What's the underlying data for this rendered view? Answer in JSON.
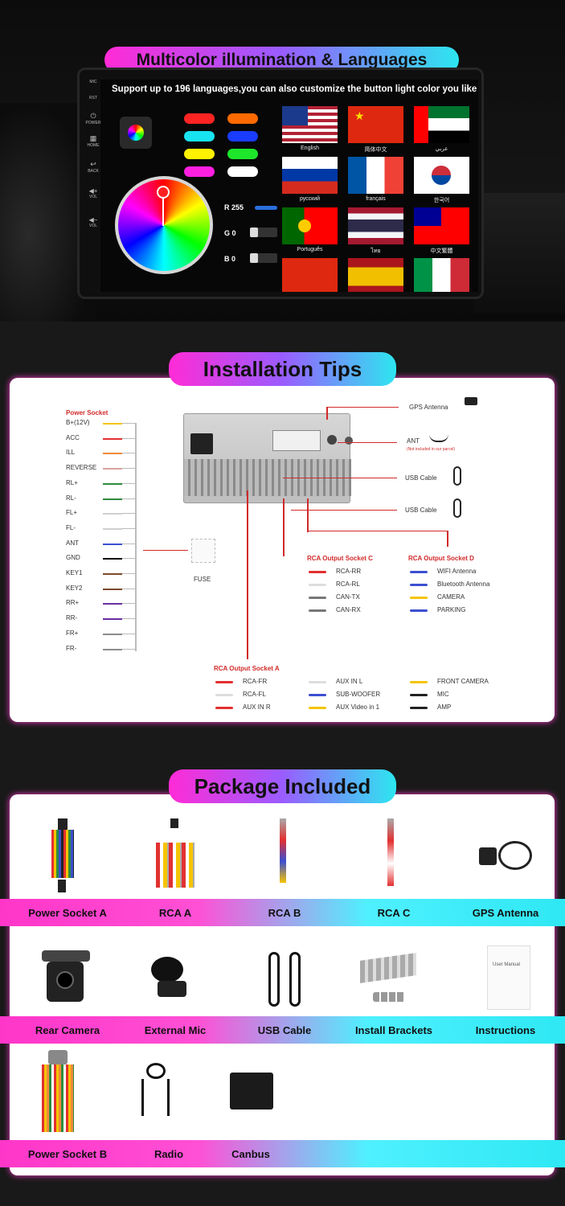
{
  "section1": {
    "title": "Multicolor illumination & Languages",
    "tagline": "Support up to 196 languages,you can also customize the button light color you like",
    "side_buttons": [
      "MIC",
      "RST",
      "POWER",
      "HOME",
      "BACK",
      "VOL",
      "VOL"
    ],
    "rgb": {
      "r_label": "R",
      "r_value": "255",
      "g_label": "G",
      "g_value": "0",
      "b_label": "B",
      "b_value": "0"
    },
    "swatch_colors": [
      "#ff2424",
      "#ff6a00",
      "#18e3f0",
      "#1a3cff",
      "#fff200",
      "#1ee62a",
      "#ff1fe0",
      "#ffffff"
    ],
    "languages": [
      "English",
      "简体中文",
      "عربي",
      "русский",
      "français",
      "한국어",
      "Português",
      "ไทย",
      "中文繁體"
    ]
  },
  "section2": {
    "title": "Installation Tips",
    "power_socket_title": "Power Socket",
    "power_pins": [
      "B+(12V)",
      "ACC",
      "ILL",
      "REVERSE",
      "RL+",
      "RL-",
      "FL+",
      "FL-",
      "ANT",
      "GND",
      "KEY1",
      "KEY2",
      "RR+",
      "RR-",
      "FR+",
      "FR-"
    ],
    "pin_colors": [
      "#f5c400",
      "#e23030",
      "#f08a3a",
      "#d9a09a",
      "#2e8b3e",
      "#2e8b3e",
      "#cfcfcf",
      "#cfcfcf",
      "#3b4fd1",
      "#111111",
      "#7a4a2a",
      "#7a4a2a",
      "#6a2fa0",
      "#6a2fa0",
      "#8c8c8c",
      "#8c8c8c"
    ],
    "fuse": "FUSE",
    "gps": "GPS Antenna",
    "ant": "ANT",
    "ant_note": "(Not included in our parcel)",
    "usb1": "USB Cable",
    "usb2": "USB Cable",
    "rca_c_title": "RCA Output Socket C",
    "rca_c": [
      "RCA-RR",
      "RCA-RL",
      "CAN-TX",
      "CAN-RX"
    ],
    "rca_d_title": "RCA Output Socket D",
    "rca_d": [
      "WIFI Antenna",
      "Bluetooth Antenna",
      "CAMERA",
      "PARKING"
    ],
    "rca_a_title": "RCA Output Socket A",
    "rca_a": [
      "RCA-FR",
      "RCA-FL",
      "AUX IN R"
    ],
    "rca_a2": [
      "AUX IN L",
      "SUB-WOOFER",
      "AUX Video in 1"
    ],
    "rca_a3": [
      "FRONT CAMERA",
      "MIC",
      "AMP"
    ]
  },
  "section3": {
    "title": "Package Included",
    "row1": [
      "Power Socket A",
      "RCA  A",
      "RCA  B",
      "RCA  C",
      "GPS Antenna"
    ],
    "row2": [
      "Rear Camera",
      "External Mic",
      "USB Cable",
      "Install Brackets",
      "Instructions"
    ],
    "row3": [
      "Power Socket B",
      "Radio",
      "Canbus"
    ],
    "manual_title": "User Manual"
  }
}
